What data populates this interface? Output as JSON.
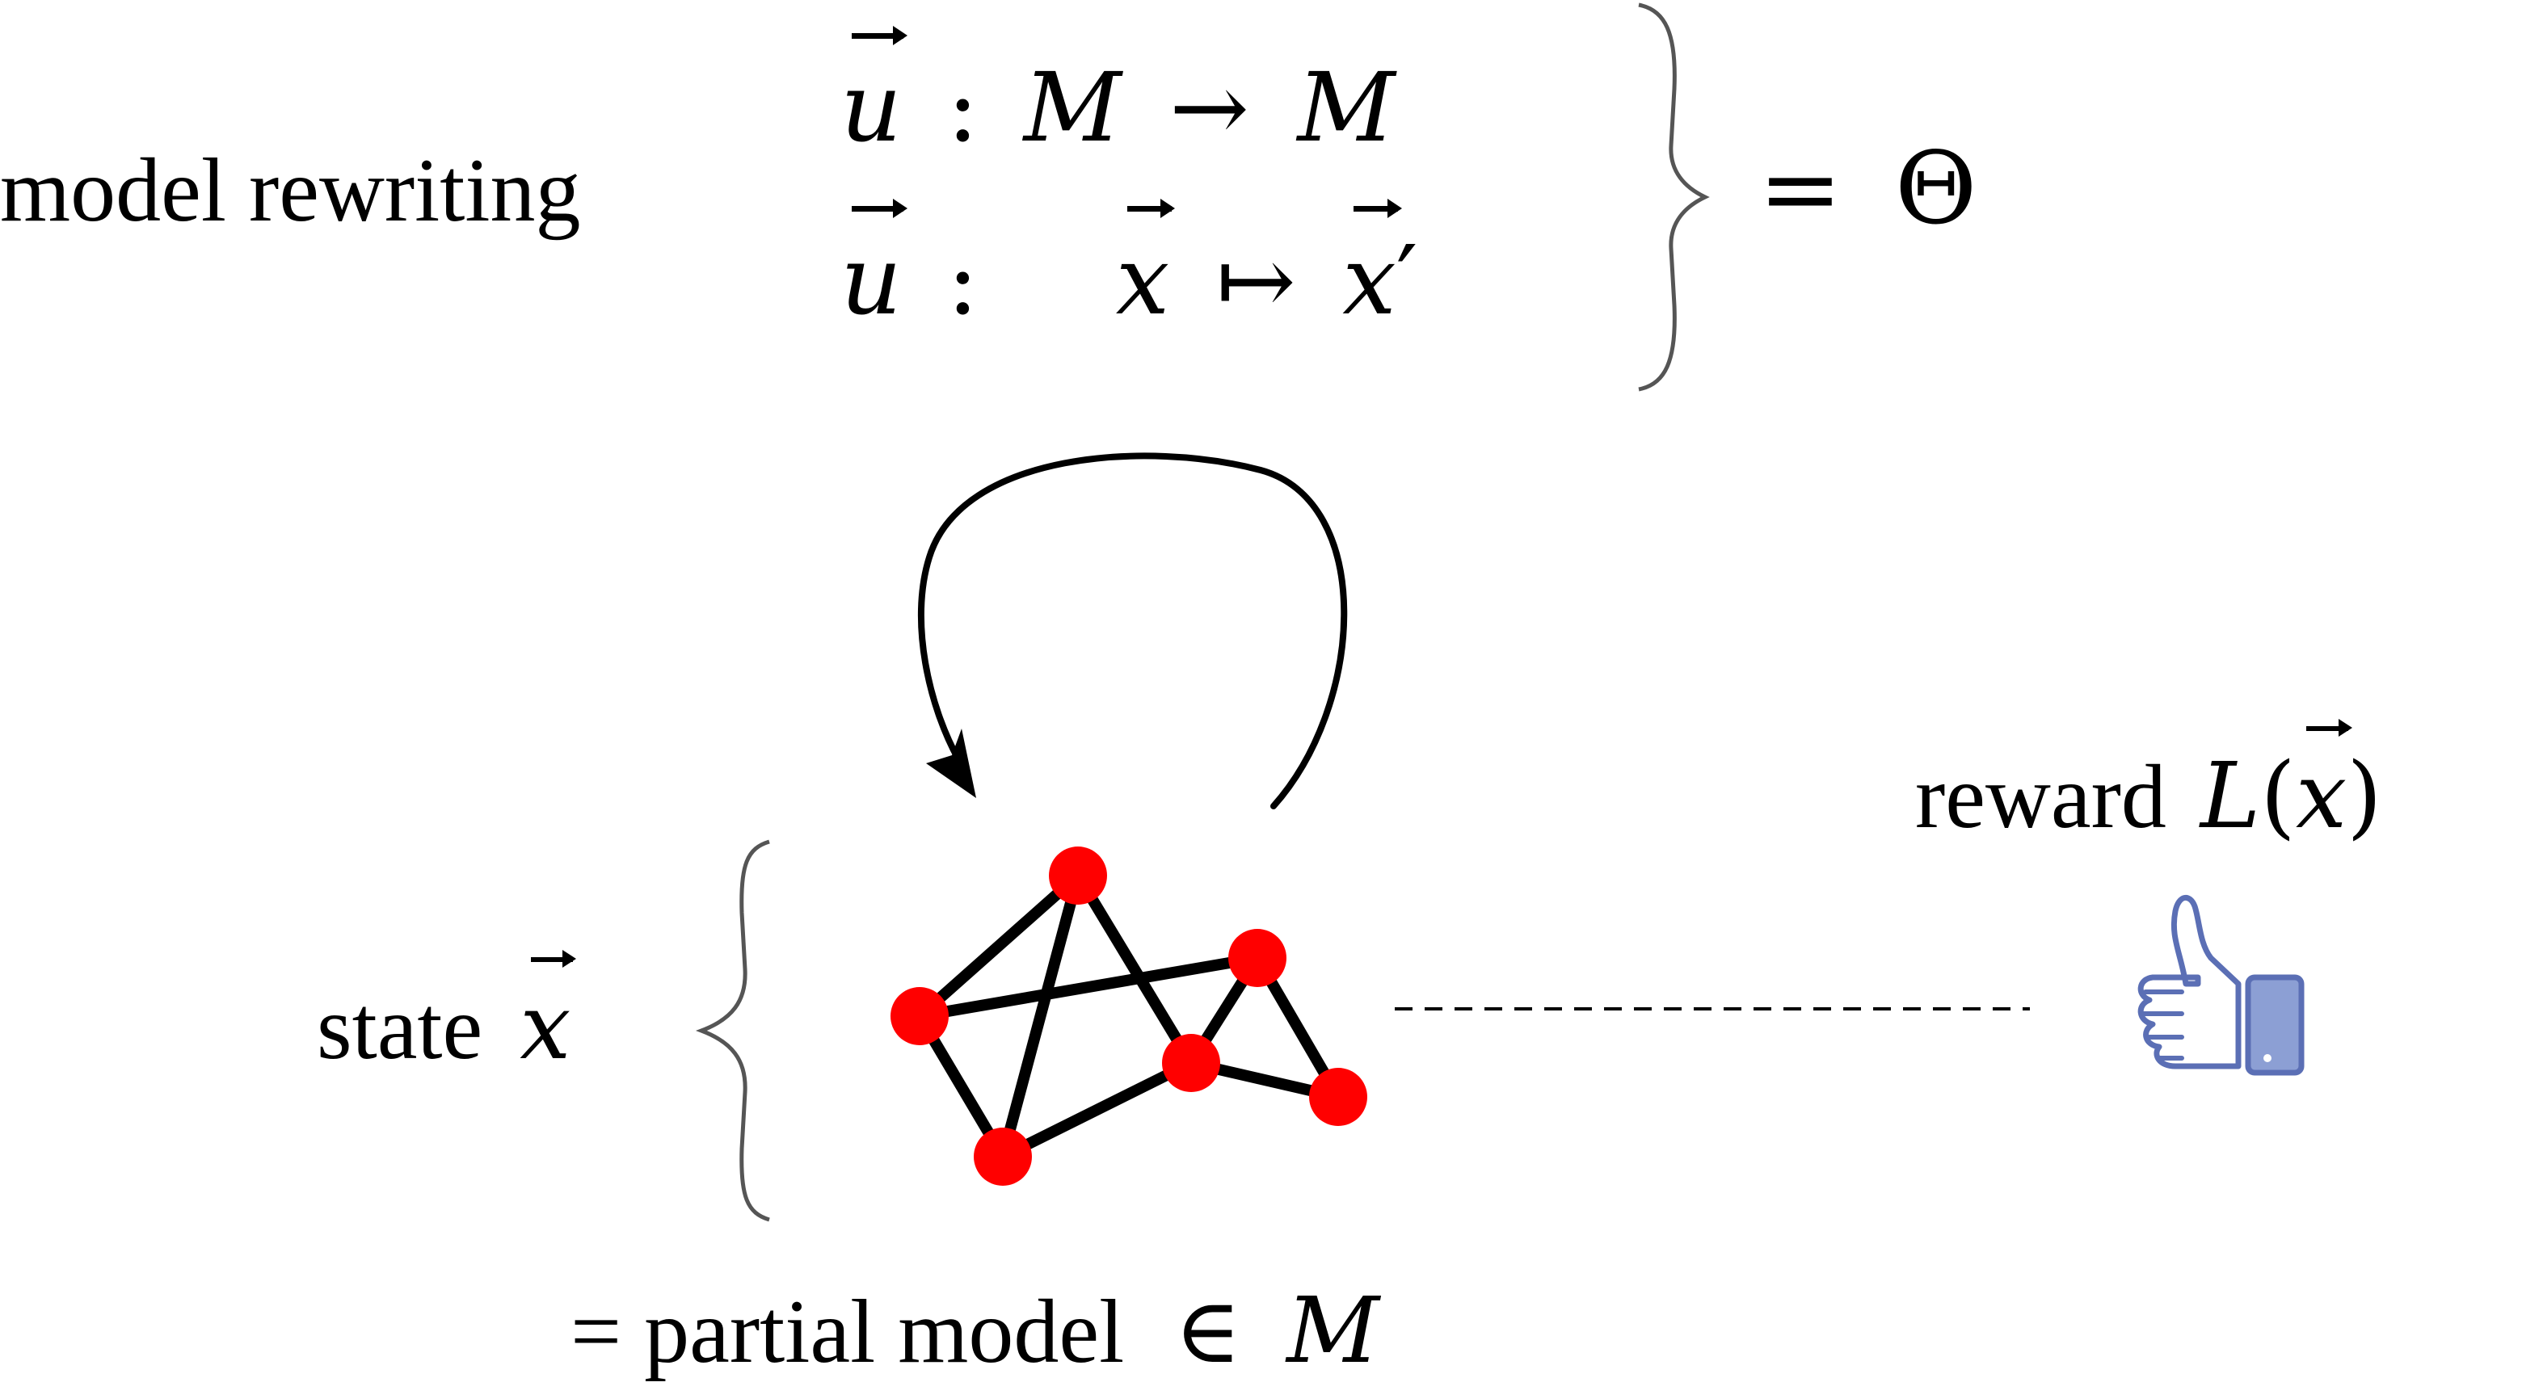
{
  "header": {
    "label": "model rewriting",
    "rule1": {
      "lhs": "u",
      "colon": ":",
      "domain": "M",
      "arrow": "→",
      "codomain": "M"
    },
    "rule2": {
      "lhs": "u",
      "colon": ":",
      "from": "x",
      "arrow": "↦",
      "to": "x",
      "prime": "′"
    },
    "equals": "=",
    "theta": "Θ"
  },
  "state": {
    "label": "state",
    "var": "x"
  },
  "reward": {
    "label": "reward",
    "func": "L",
    "open": "(",
    "var": "x",
    "close": ")"
  },
  "footer": {
    "prefix": "= partial model",
    "elem": "∈",
    "set": "M"
  },
  "colors": {
    "node": "#ff0000",
    "edge": "#000000",
    "brace": "#555555",
    "thumb": "#5b6fb5",
    "thumb_fill": "#8c9fd4"
  },
  "icons": [
    "rewrite-loop-arrow",
    "thumbs-up-icon"
  ]
}
